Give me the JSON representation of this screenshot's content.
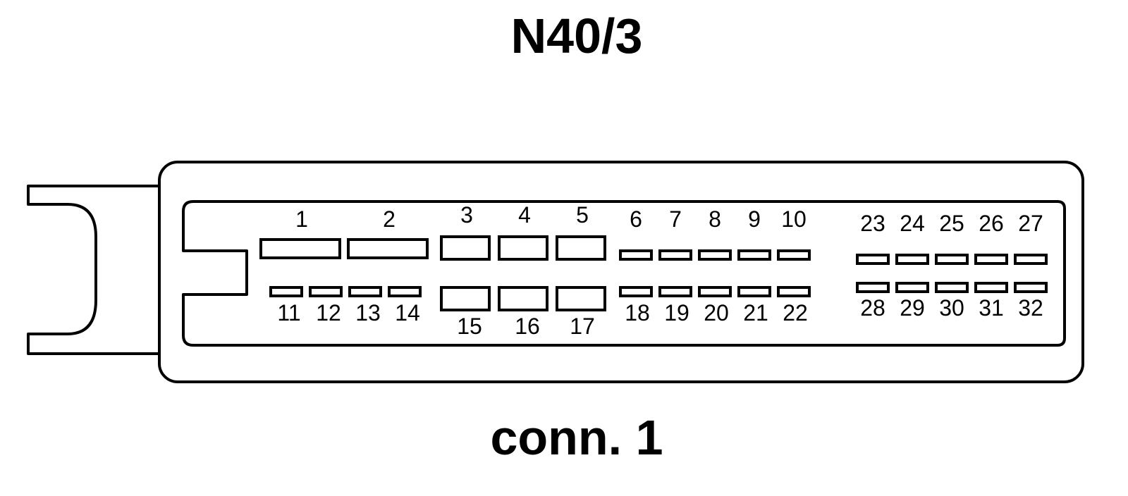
{
  "title": "N40/3",
  "caption": "conn. 1",
  "pins": [
    {
      "id": "1"
    },
    {
      "id": "2"
    },
    {
      "id": "3"
    },
    {
      "id": "4"
    },
    {
      "id": "5"
    },
    {
      "id": "6"
    },
    {
      "id": "7"
    },
    {
      "id": "8"
    },
    {
      "id": "9"
    },
    {
      "id": "10"
    },
    {
      "id": "11"
    },
    {
      "id": "12"
    },
    {
      "id": "13"
    },
    {
      "id": "14"
    },
    {
      "id": "15"
    },
    {
      "id": "16"
    },
    {
      "id": "17"
    },
    {
      "id": "18"
    },
    {
      "id": "19"
    },
    {
      "id": "20"
    },
    {
      "id": "21"
    },
    {
      "id": "22"
    },
    {
      "id": "23"
    },
    {
      "id": "24"
    },
    {
      "id": "25"
    },
    {
      "id": "26"
    },
    {
      "id": "27"
    },
    {
      "id": "28"
    },
    {
      "id": "29"
    },
    {
      "id": "30"
    },
    {
      "id": "31"
    },
    {
      "id": "32"
    }
  ]
}
